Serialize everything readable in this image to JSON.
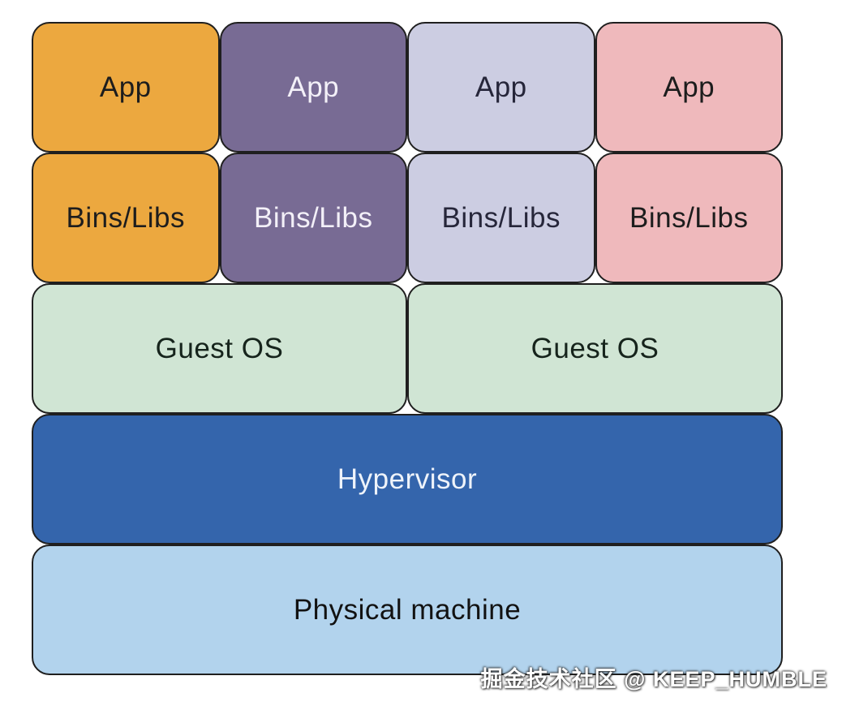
{
  "diagram": {
    "border_color": "#1f1f1f",
    "app_row": [
      {
        "label": "App",
        "bg": "#ECA83F",
        "fg": "#1d1d1d"
      },
      {
        "label": "App",
        "bg": "#786B94",
        "fg": "#f3f0f8"
      },
      {
        "label": "App",
        "bg": "#CCCDE2",
        "fg": "#26263a"
      },
      {
        "label": "App",
        "bg": "#EFB9BC",
        "fg": "#1d1d1d"
      }
    ],
    "bins_row": [
      {
        "label": "Bins/Libs",
        "bg": "#ECA83F",
        "fg": "#1d1d1d"
      },
      {
        "label": "Bins/Libs",
        "bg": "#786B94",
        "fg": "#f3f0f8"
      },
      {
        "label": "Bins/Libs",
        "bg": "#CCCDE2",
        "fg": "#26263a"
      },
      {
        "label": "Bins/Libs",
        "bg": "#EFB9BC",
        "fg": "#1d1d1d"
      }
    ],
    "guest_row": [
      {
        "label": "Guest OS",
        "bg": "#D0E5D4",
        "fg": "#16241c"
      },
      {
        "label": "Guest OS",
        "bg": "#D0E5D4",
        "fg": "#16241c"
      }
    ],
    "hypervisor": {
      "label": "Hypervisor",
      "bg": "#3465AC",
      "fg": "#eef3fa"
    },
    "physical": {
      "label": "Physical machine",
      "bg": "#B2D3ED",
      "fg": "#121212"
    }
  },
  "watermark": {
    "text": "掘金技术社区 @ KEEP_HUMBLE",
    "color": "#ffffff"
  }
}
